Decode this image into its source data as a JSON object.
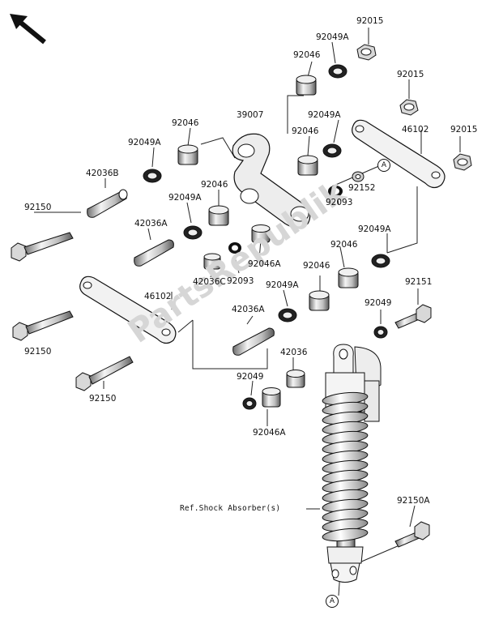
{
  "watermark": "PartsRepublik",
  "reference_note": "Ref.Shock Absorber(s)",
  "callout_symbol": "A",
  "labels": {
    "l_92015_top": "92015",
    "l_92049A_top": "92049A",
    "l_92046_top": "92046",
    "l_92015_mid": "92015",
    "l_39007": "39007",
    "l_92049A_upper": "92049A",
    "l_92046_upper": "92046",
    "l_46102_right": "46102",
    "l_92015_right": "92015",
    "l_92046_left": "92046",
    "l_92049A_left": "92049A",
    "l_42036B": "42036B",
    "l_92150_left": "92150",
    "l_92046_mid": "92046",
    "l_92049A_mid": "92049A",
    "l_92152": "92152",
    "l_92093_right": "92093",
    "l_92049A_right": "92049A",
    "l_42036A_left": "42036A",
    "l_92046_right": "92046",
    "l_92046A_mid": "92046A",
    "l_92046_lower": "92046",
    "l_42036C": "42036C",
    "l_92093_left": "92093",
    "l_92049A_lower": "92049A",
    "l_46102_left": "46102",
    "l_92151": "92151",
    "l_42036A_right": "42036A",
    "l_92049_right": "92049",
    "l_92150_mid": "92150",
    "l_42036": "42036",
    "l_92049_low": "92049",
    "l_92150_low": "92150",
    "l_92046A_low": "92046A",
    "l_92150A": "92150A"
  }
}
